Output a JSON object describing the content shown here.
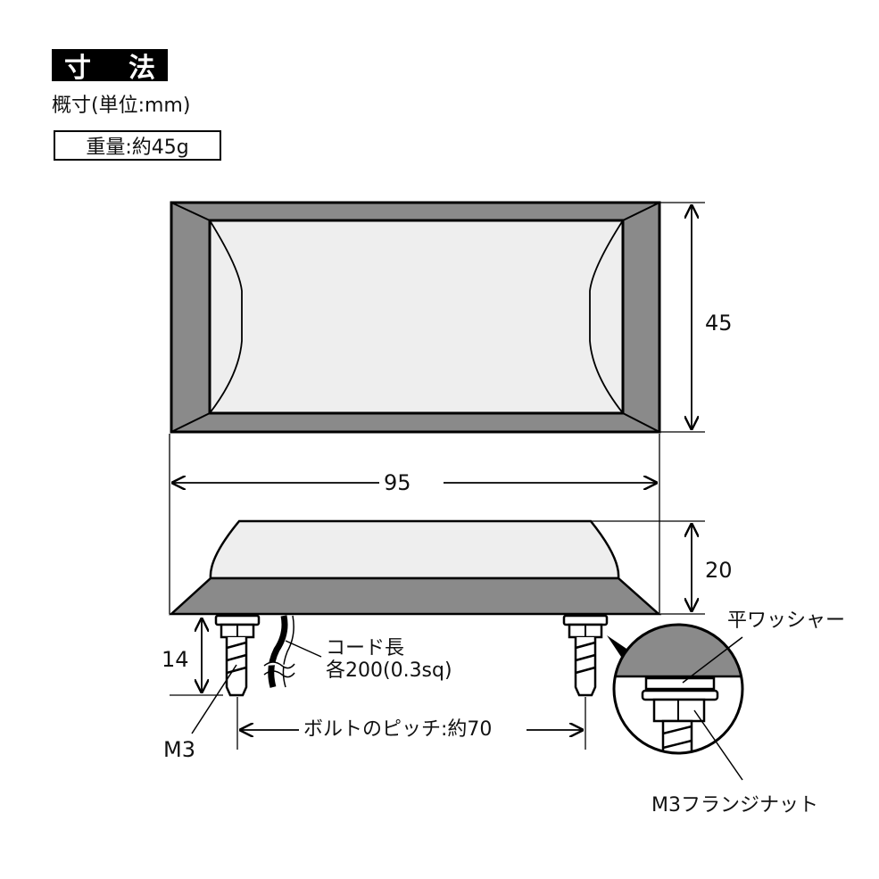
{
  "header": {
    "title_chars": [
      "寸",
      "法"
    ],
    "units_note": "概寸(単位:mm)",
    "weight": "重量:約45g"
  },
  "dimensions": {
    "height": "45",
    "width": "95",
    "depth": "20",
    "bolt_length": "14",
    "bolt_pitch": "ボルトのピッチ:約70"
  },
  "callouts": {
    "bolt": "M3",
    "cord_line1": "コード長",
    "cord_line2": "各200(0.3sq)",
    "washer": "平ワッシャー",
    "nut": "M3フランジナット"
  },
  "colors": {
    "frame_gray": "#8a8a8a",
    "lens_light": "#eeeeee",
    "line": "#000000"
  }
}
